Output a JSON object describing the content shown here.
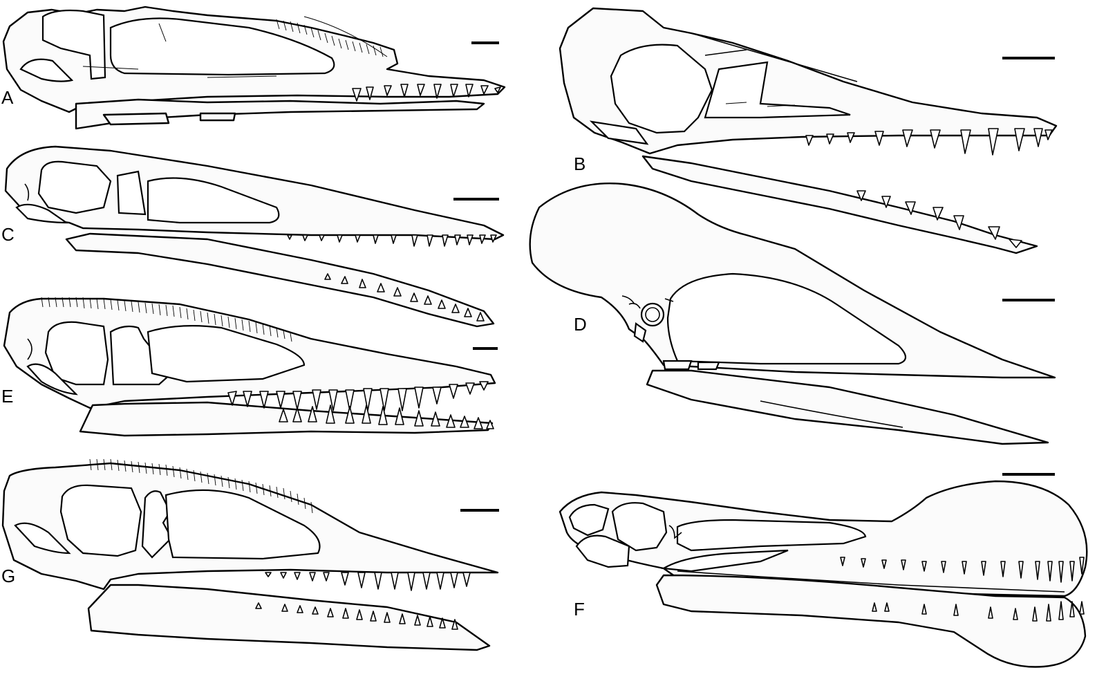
{
  "figure": {
    "panels": [
      {
        "id": "A",
        "label": "A"
      },
      {
        "id": "B",
        "label": "B"
      },
      {
        "id": "C",
        "label": "C"
      },
      {
        "id": "D",
        "label": "D"
      },
      {
        "id": "E",
        "label": "E"
      },
      {
        "id": "F",
        "label": "F"
      },
      {
        "id": "G",
        "label": "G"
      }
    ]
  },
  "colors": {
    "line": "#000000",
    "fill": "#fbfbfb",
    "background": "#ffffff"
  }
}
